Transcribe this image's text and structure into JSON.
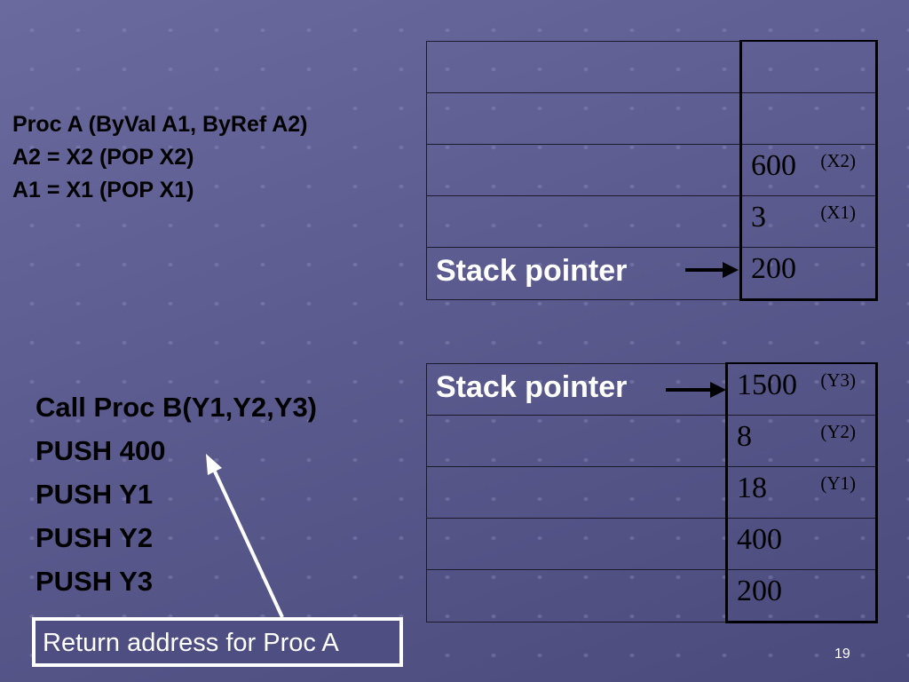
{
  "code_top": {
    "lines": [
      "Proc A (ByVal A1, ByRef A2)",
      "A2 = X2 (POP X2)",
      "A1 = X1 (POP X1)"
    ]
  },
  "code_bottom": {
    "lines": [
      "Call Proc B(Y1,Y2,Y3)",
      "PUSH 400",
      "PUSH Y1",
      "PUSH Y2",
      "PUSH Y3"
    ]
  },
  "stack_top": {
    "rows": [
      {
        "value": "",
        "note": ""
      },
      {
        "value": "",
        "note": ""
      },
      {
        "value": "600",
        "note": "(X2)"
      },
      {
        "value": "3",
        "note": "(X1)"
      },
      {
        "value": "200",
        "note": ""
      }
    ],
    "pointer_label": "Stack pointer"
  },
  "stack_bottom": {
    "rows": [
      {
        "value": "1500",
        "note": "(Y3)"
      },
      {
        "value": "8",
        "note": "(Y2)"
      },
      {
        "value": "18",
        "note": "(Y1)"
      },
      {
        "value": "400",
        "note": ""
      },
      {
        "value": "200",
        "note": ""
      }
    ],
    "pointer_label": "Stack pointer"
  },
  "return_label": "Return address for Proc A",
  "page_number": "19"
}
